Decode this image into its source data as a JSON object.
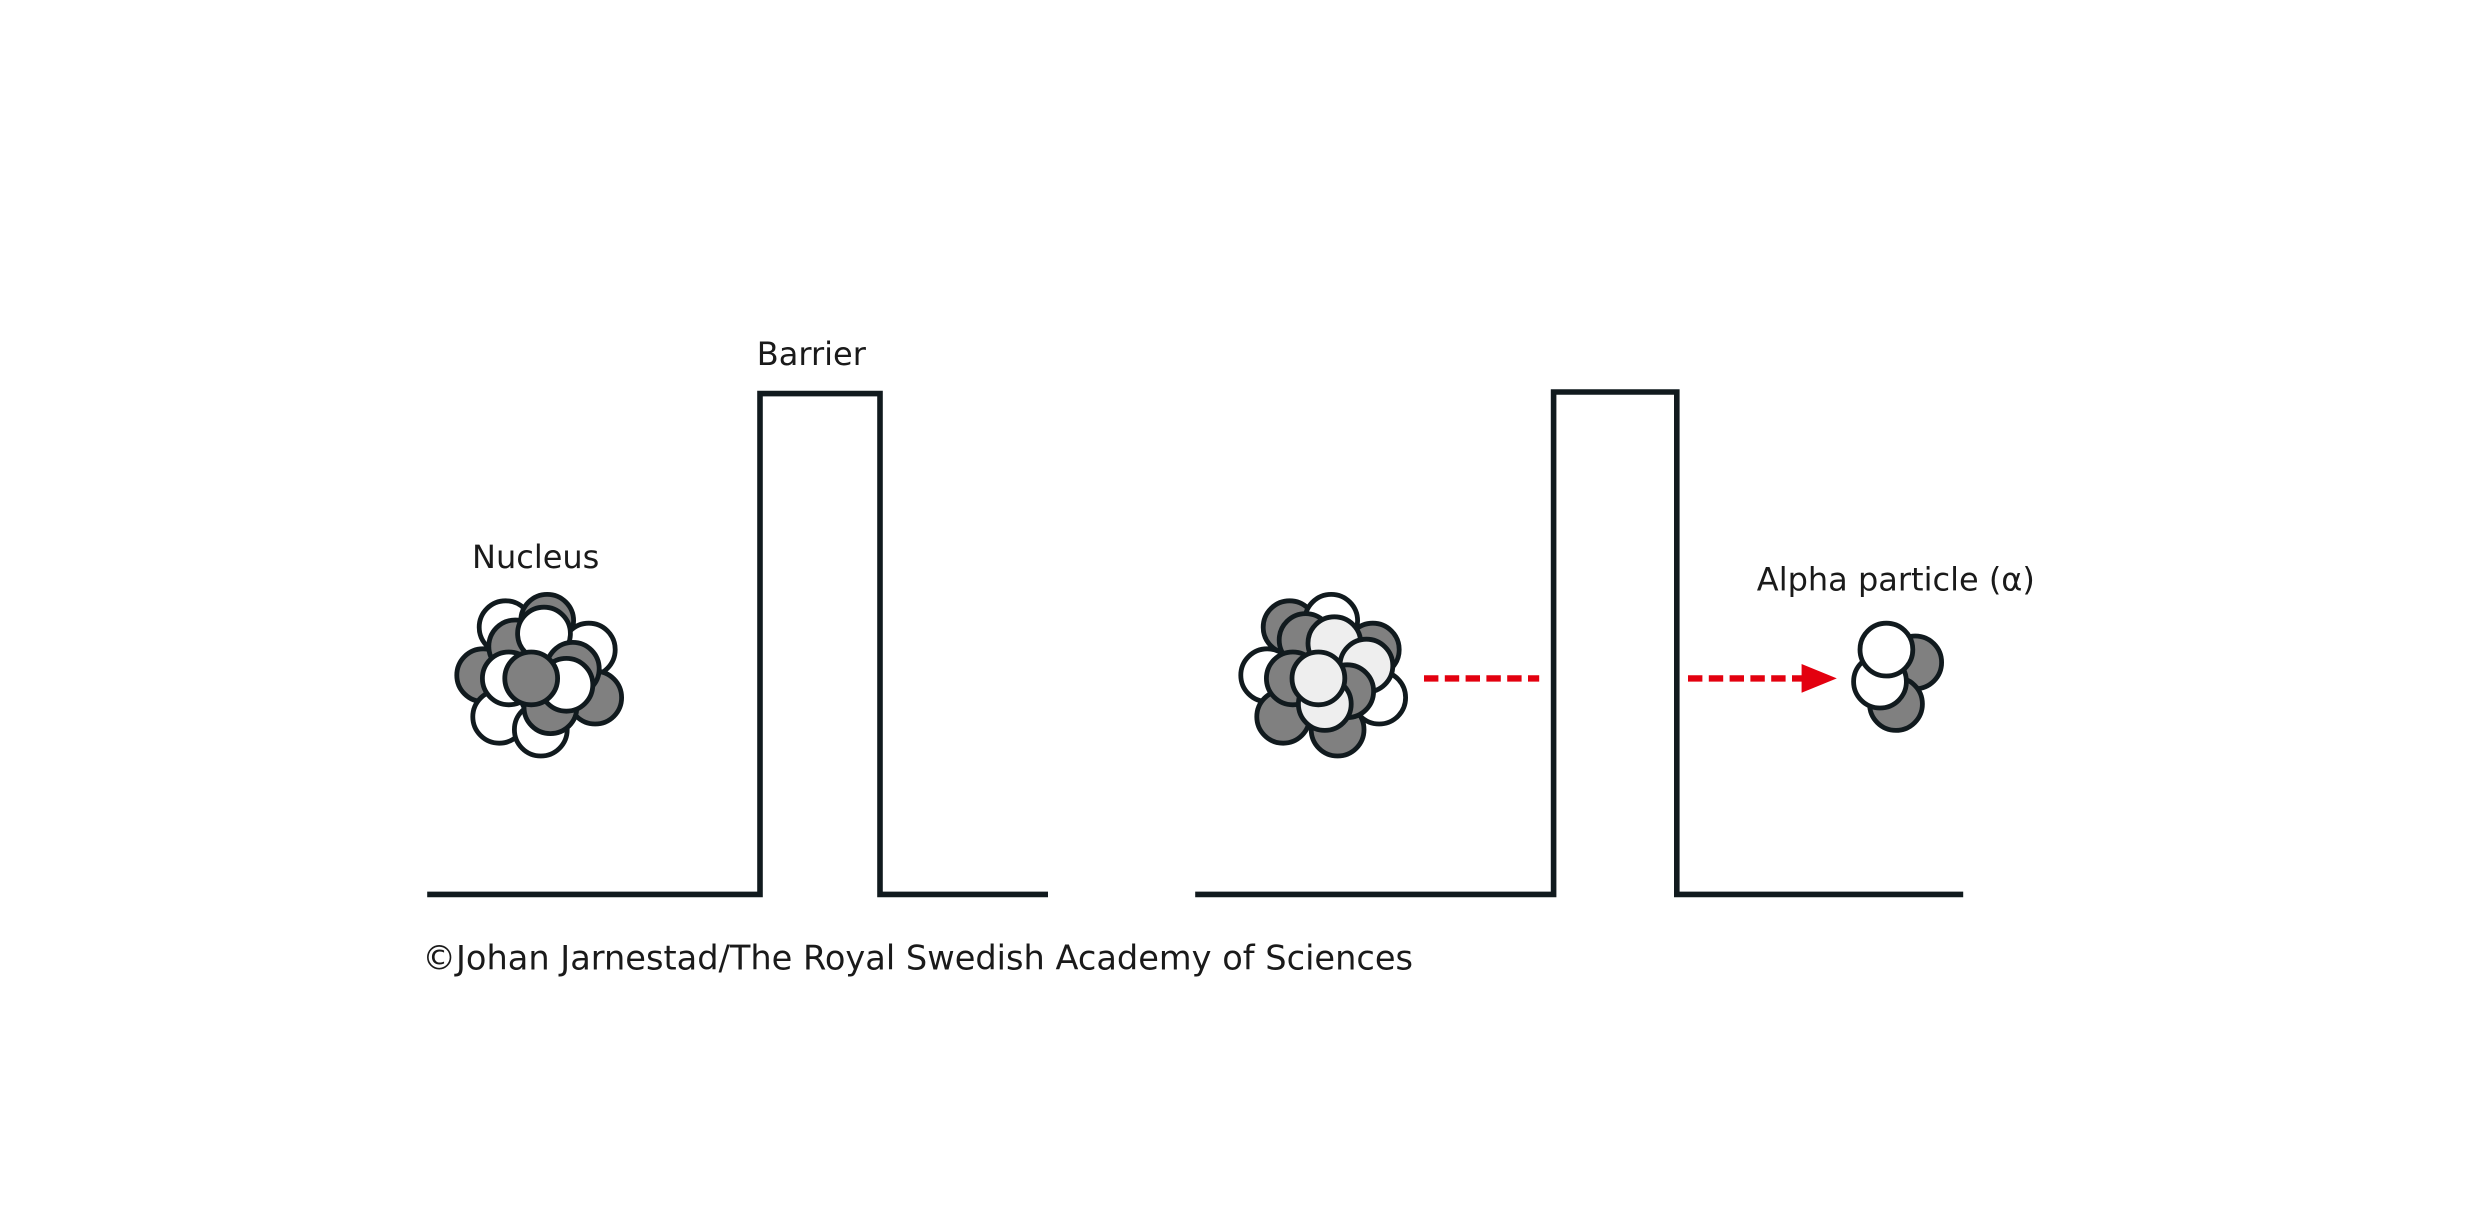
{
  "labels": {
    "barrier": "Barrier",
    "nucleus": "Nucleus",
    "alpha_particle": "Alpha particle (α)",
    "credit": "©Johan Jarnestad/The Royal Swedish Academy of Sciences"
  },
  "colors": {
    "line": "#111a1e",
    "proton": "#808080",
    "neutron": "#ffffff",
    "neutron_light": "#eeeeee",
    "arrow": "#e3000f"
  }
}
